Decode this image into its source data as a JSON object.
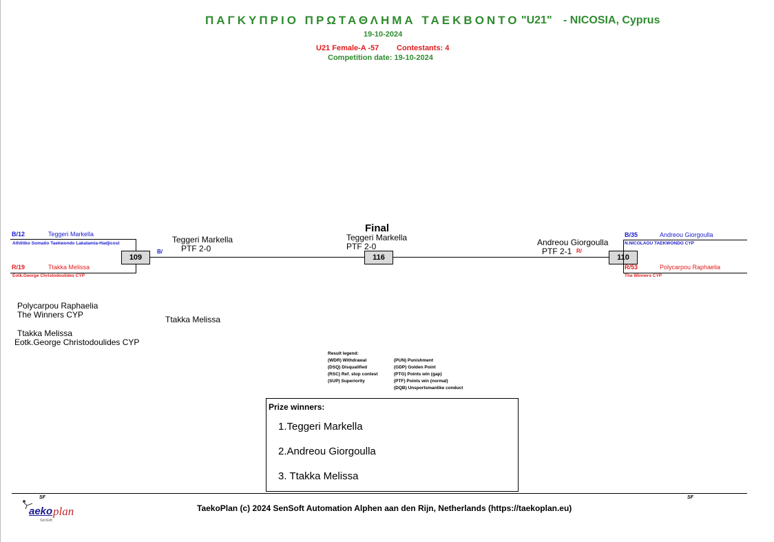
{
  "header": {
    "title_greek": "ΠΑΓΚΥΠΡΙΟ ΠΡΩΤΑΘΛΗΜΑ ΤΑΕΚΒΟΝΤΟ",
    "title_quote": "\"U21\"",
    "title_location": "- NICOSIA, Cyprus",
    "date": "19-10-2024",
    "category": "U21 Female-A -57",
    "contestants": "Contestants: 4",
    "competition_date": "Competition date: 19-10-2024"
  },
  "bracket": {
    "final_label": "Final",
    "final_winner": "Teggeri Markella",
    "final_result": "PTF 2-0",
    "final_match": "116",
    "left": {
      "match": "109",
      "blue_code": "B/12",
      "blue_name": "Teggeri Markella",
      "blue_club": "Athlitiko Somatio Taekwondo Lakatamia-Hadjicost",
      "red_code": "R/19",
      "red_name": "Ttakka Melissa",
      "red_club": "Eotk.George Christodoulides  CYP",
      "winner_name": "Teggeri Markella",
      "winner_result": "PTF 2-0",
      "winner_corner": "B/"
    },
    "right": {
      "match": "110",
      "blue_code": "B/35",
      "blue_name": "Andreou Giorgoulla",
      "blue_club": "N.NICOLAOU TAEKWONDO CYP",
      "red_code": "R/53",
      "red_name": "Polycarpou Raphaelia",
      "red_club": "The Winners CYP",
      "winner_name": "Andreou Giorgoulla",
      "winner_result": "PTF 2-1",
      "winner_corner": "R/"
    }
  },
  "bronze": {
    "p1_name": "Polycarpou Raphaelia",
    "p1_club": "The Winners CYP",
    "p2_name": "Ttakka Melissa",
    "p2_club": "Eotk.George Christodoulides CYP",
    "result_name": "Ttakka Melissa"
  },
  "legend": {
    "title": "Result legend:",
    "left": [
      "(WDR) Withdrawal",
      "(DSQ) Disqualified",
      "(RSC) Ref. stop contest",
      "(SUP) Superiority"
    ],
    "right": [
      "(PUN) Punishment",
      "(GDP) Golden Point",
      "(PTG) Points win (gap)",
      "(PTF) Points win (normal)",
      "(DQB) Unsportsmanlike conduct"
    ]
  },
  "prize": {
    "title": "Prize winners:",
    "first": "1.Teggeri Markella",
    "second": "2.Andreou Giorgoulla",
    "third": "3. Ttakka Melissa"
  },
  "footer": {
    "sf_left": "SF",
    "sf_right": "SF",
    "logo_text_blue": "aeko",
    "logo_text_red": "plan",
    "logo_sub": "SenSoft",
    "copyright": "TaekoPlan (c) 2024 SenSoft Automation Alphen aan den Rijn, Netherlands (https://taekoplan.eu)"
  },
  "colors": {
    "title_green": "#2e8b2e",
    "red_corner": "#e01b1b",
    "blue_corner": "#1a1acc",
    "match_box_fill": "#d9d9d9"
  }
}
